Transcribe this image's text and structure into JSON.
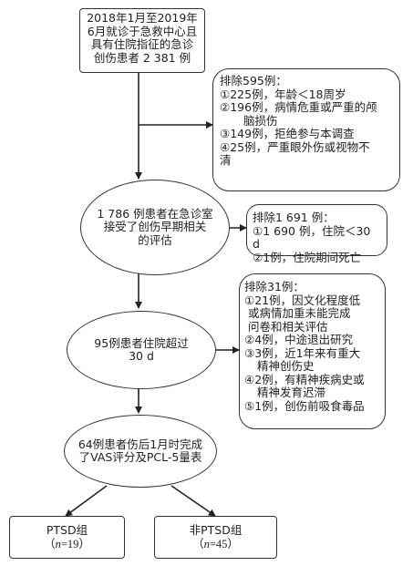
{
  "flow": {
    "start": {
      "lines": [
        "2018年1月至2019年",
        "6月就诊于急救中心且",
        "具有住院指征的急诊",
        "创伤患者 2 381 例"
      ]
    },
    "exclude1": {
      "title": "排除595例：",
      "items": [
        "①225例，年龄＜18周岁",
        "②196例，病情危重或严重的颅",
        "脑损伤",
        "③149例，拒绝参与本调查",
        "④25例，严重眼外伤或视物不",
        "清"
      ]
    },
    "step2": {
      "lines": [
        "1 786 例患者在急诊室",
        "接受了创伤早期相关",
        "的评估"
      ]
    },
    "exclude2": {
      "title": "排除1 691 例：",
      "items": [
        "①1 690 例，住院＜30 d",
        "②1例，住院期间死亡"
      ]
    },
    "step3": {
      "lines": [
        "95例患者住院超过",
        "30 d"
      ]
    },
    "exclude3": {
      "title": "排除31例：",
      "items": [
        "①21例，因文化程度低",
        "或病情加重未能完成",
        "问卷和相关评估",
        "②4例，中途退出研究",
        "③3例，近1年来有重大",
        "精神创伤史",
        "④2例，有精神疾病史或",
        "精神发育迟滞",
        "⑤1例，创伤前吸食毒品"
      ]
    },
    "step4": {
      "lines": [
        "64例患者伤后1月时完成",
        "了VAS评分及PCL-5量表"
      ]
    },
    "group1": {
      "label": "PTSD组",
      "n_prefix": "（",
      "n_var": "n",
      "n_value": "=19）"
    },
    "group2": {
      "label": "非PTSD组",
      "n_prefix": "（",
      "n_var": "n",
      "n_value": "=45）"
    }
  }
}
